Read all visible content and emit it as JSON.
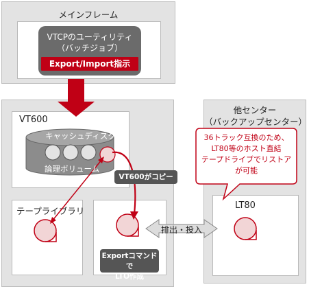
{
  "mainframe": {
    "title": "メインフレーム",
    "utility_line1": "VTCPのユーティリティ",
    "utility_line2": "（バッチジョブ）",
    "instruction": "Export/Import指示"
  },
  "vt600": {
    "title": "VT600",
    "cache_disk": "キャッシュディスク",
    "logical_volume": "論理ボリューム",
    "copy_label": "VT600がコピー",
    "tape_library": "テープライブラリ",
    "export_line1": "Exportコマンドで",
    "export_line2": "LTO作成"
  },
  "transfer": {
    "label": "排出・投入"
  },
  "other_center": {
    "title_line1": "他センター",
    "title_line2": "（バックアップセンター）",
    "callout_lines": [
      "36トラック互換のため、",
      "LT80等のホスト直結",
      "テープドライブでリストア",
      "が可能"
    ],
    "drive_label": "LT80"
  },
  "colors": {
    "accent_red": "#c00015",
    "dark_gray": "#555555",
    "utility_gray": "#6b6b6b",
    "panel_gray": "#e3e3e3"
  }
}
